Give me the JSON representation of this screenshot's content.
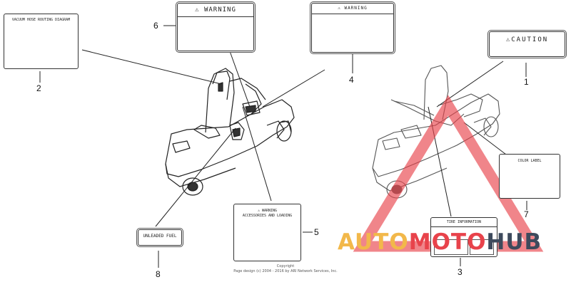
{
  "labels": {
    "l1": {
      "number": "1",
      "text": "⚠CAUTION"
    },
    "l2": {
      "number": "2",
      "text": "VACUUM HOSE ROUTING DIAGRAM"
    },
    "l3": {
      "number": "3",
      "text": "TIRE INFORMATION"
    },
    "l4": {
      "number": "4",
      "text": "⚠ WARNING"
    },
    "l5": {
      "number": "5",
      "text": "⚠ WARNING",
      "subtext": "ACCESSORIES AND LOADING"
    },
    "l6": {
      "number": "6",
      "text": "⚠ WARNING"
    },
    "l7": {
      "number": "7",
      "text": "COLOR LABEL"
    },
    "l8": {
      "number": "8",
      "text": "UNLEADED FUEL"
    }
  },
  "copyright": {
    "line1": "Copyright",
    "line2": "Page design (c) 2004 - 2016 by ARI Network Services, Inc."
  },
  "watermark": {
    "part1": "AUTO",
    "part2": "MOTO",
    "part3": "HUB"
  },
  "colors": {
    "watermark_red": "#e8434b",
    "watermark_orange": "#f2b84a",
    "watermark_dark": "#3d4a5c"
  }
}
